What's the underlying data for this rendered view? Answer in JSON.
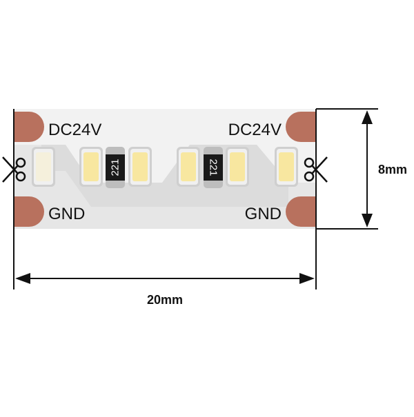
{
  "strip": {
    "top_left_label": "DC24V",
    "top_right_label": "DC24V",
    "bottom_left_label": "GND",
    "bottom_right_label": "GND",
    "resistor_left_code": "221",
    "resistor_right_code": "221"
  },
  "dimensions": {
    "width_label": "20mm",
    "height_label": "8mm"
  },
  "icons": {
    "cut_mark": "scissors-icon"
  },
  "colors": {
    "pad": "#b8715e",
    "strip_light": "#f2f2f2",
    "strip_shadow": "#dcdcdc",
    "led_body": "#f0f0f0",
    "led_phosphor": "#f8e7a0",
    "resistor_body": "#1a1a1a",
    "resistor_cap": "#bdbdbd",
    "line": "#111111"
  }
}
